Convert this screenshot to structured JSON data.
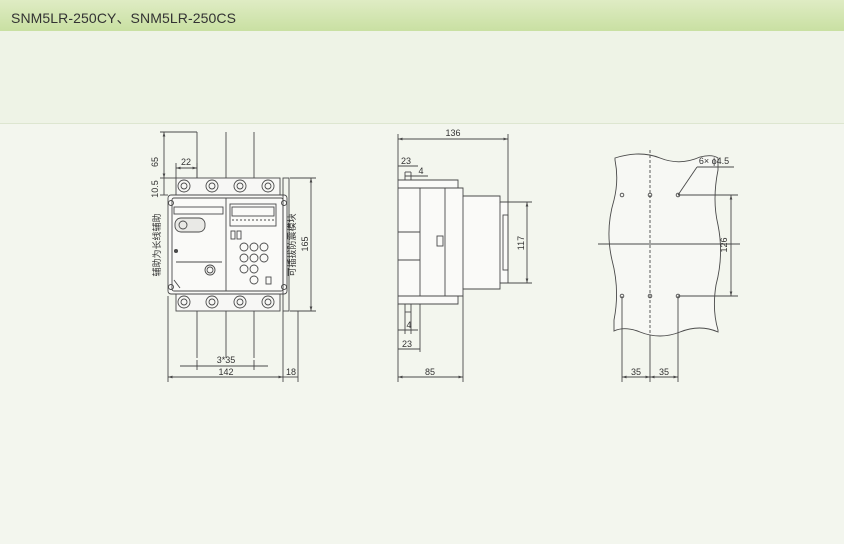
{
  "header": {
    "title": "SNM5LR-250CY、SNM5LR-250CS"
  },
  "front_view": {
    "dim_top_height": "65",
    "dim_terminal_pitch": "22",
    "dim_terminal_top": "10.5",
    "dim_total_height": "165",
    "dim_pole_spacing": "3*35",
    "dim_width": "142",
    "dim_side": "18",
    "label_left": "辅助为长线辅助",
    "label_right": "可插拔防震模块"
  },
  "side_view": {
    "dim_depth_total": "136",
    "dim_23_top": "23",
    "dim_4_top": "4",
    "dim_height": "117",
    "dim_4_bottom": "4",
    "dim_23_bottom": "23",
    "dim_base": "85"
  },
  "mount_view": {
    "dim_holes": "6× ϕ4.5",
    "dim_vertical": "126",
    "dim_spacing_left": "35",
    "dim_spacing_right": "35"
  },
  "colors": {
    "header_top": "#dfecc4",
    "header_bottom": "#c9e0a2",
    "background": "#f3f6ee",
    "line": "#4a4a4a"
  }
}
